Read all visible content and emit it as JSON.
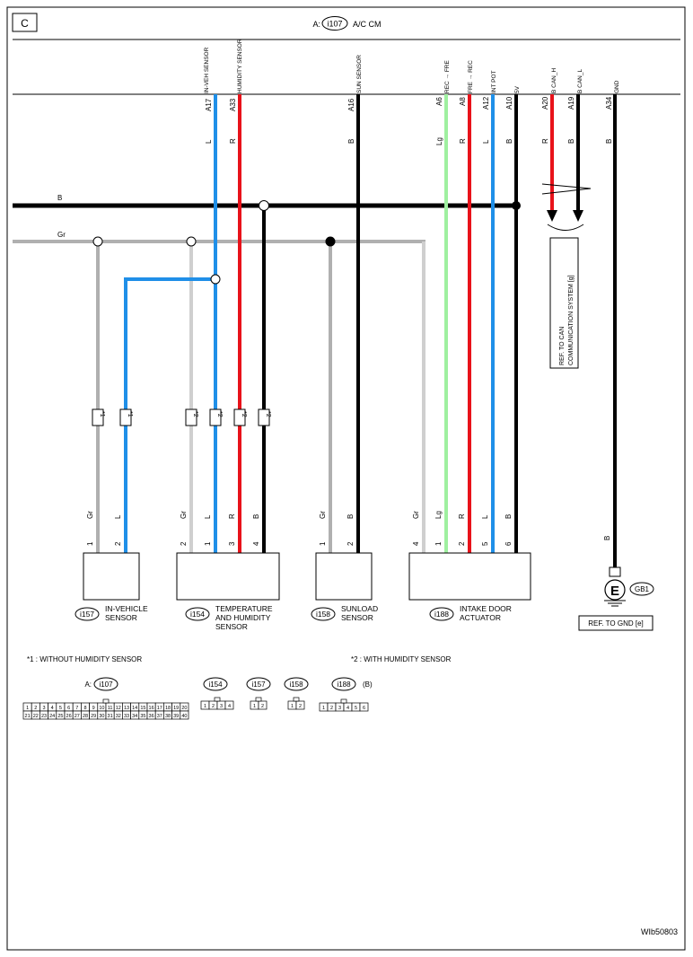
{
  "page_label": "C",
  "header": {
    "prefix": "A:",
    "connector": "i107",
    "module": "A/C CM"
  },
  "bus": {
    "black": "B",
    "gray": "Gr"
  },
  "colors": {
    "black": "#000000",
    "gray_wire": "#b0b0b0",
    "light_gray_wire": "#cfcfcf",
    "blue": "#1f8fe8",
    "red": "#e8121a",
    "light_green": "#9ff0a0"
  },
  "terminals": [
    {
      "id": "in-veh",
      "name": "IN-VEH SENSOR",
      "pin": "A17",
      "wire": "L"
    },
    {
      "id": "humidity",
      "name": "HUMIDITY SENSOR",
      "pin": "A33",
      "wire": "R"
    },
    {
      "id": "sun",
      "name": "SUN SENSOR",
      "pin": "A16",
      "wire": "B"
    },
    {
      "id": "rec-fre",
      "name": "REC → FRE",
      "pin": "A6",
      "wire": "Lg"
    },
    {
      "id": "fre-rec",
      "name": "FRE → REC",
      "pin": "A8",
      "wire": "R"
    },
    {
      "id": "int-pot",
      "name": "INT POT",
      "pin": "A12",
      "wire": "L"
    },
    {
      "id": "5v",
      "name": "5V",
      "pin": "A10",
      "wire": "B"
    },
    {
      "id": "can-h",
      "name": "B CAN_H",
      "pin": "A20",
      "wire": "R"
    },
    {
      "id": "can-l",
      "name": "B CAN_L",
      "pin": "A19",
      "wire": "B"
    },
    {
      "id": "gnd",
      "name": "GND",
      "pin": "A34",
      "wire": "B"
    }
  ],
  "notes": {
    "star1_tag": "*1",
    "star2_tag": "*2",
    "star1": "*1  : WITHOUT HUMIDITY SENSOR",
    "star2": "*2  : WITH HUMIDITY SENSOR"
  },
  "can_ref": "REF. TO CAN COMMUNICATION SYSTEM [g]",
  "gnd_ref": "REF. TO GND [e]",
  "ground": {
    "symbol": "E",
    "label": "GB1"
  },
  "components": [
    {
      "id": "i157",
      "name": "IN-VEHICLE SENSOR",
      "pins": [
        {
          "n": "1",
          "wire": "Gr"
        },
        {
          "n": "2",
          "wire": "L"
        }
      ]
    },
    {
      "id": "i154",
      "name": "TEMPERATURE AND HUMIDITY SENSOR",
      "pins": [
        {
          "n": "2",
          "wire": "Gr"
        },
        {
          "n": "1",
          "wire": "L"
        },
        {
          "n": "3",
          "wire": "R"
        },
        {
          "n": "4",
          "wire": "B"
        }
      ]
    },
    {
      "id": "i158",
      "name": "SUNLOAD SENSOR",
      "pins": [
        {
          "n": "1",
          "wire": "Gr"
        },
        {
          "n": "2",
          "wire": "B"
        }
      ]
    },
    {
      "id": "i188",
      "name": "INTAKE DOOR ACTUATOR",
      "pins": [
        {
          "n": "4",
          "wire": "Gr"
        },
        {
          "n": "1",
          "wire": "Lg"
        },
        {
          "n": "2",
          "wire": "R"
        },
        {
          "n": "5",
          "wire": "L"
        },
        {
          "n": "6",
          "wire": "B"
        }
      ]
    }
  ],
  "gnd_wire": "B",
  "connector_views": {
    "i107": {
      "prefix": "A:",
      "id": "i107",
      "row1": [
        "1",
        "2",
        "3",
        "4",
        "5",
        "6",
        "7",
        "8",
        "9",
        "10",
        "11",
        "12",
        "13",
        "14",
        "15",
        "16",
        "17",
        "18",
        "19",
        "20"
      ],
      "row2": [
        "21",
        "22",
        "23",
        "24",
        "25",
        "26",
        "27",
        "28",
        "29",
        "30",
        "31",
        "32",
        "33",
        "34",
        "35",
        "36",
        "37",
        "38",
        "39",
        "40"
      ]
    },
    "i154": {
      "id": "i154",
      "pins": [
        "1",
        "2",
        "3",
        "4"
      ]
    },
    "i157": {
      "id": "i157",
      "pins": [
        "1",
        "2"
      ]
    },
    "i158": {
      "id": "i158",
      "pins": [
        "1",
        "2"
      ]
    },
    "i188": {
      "id": "i188",
      "suffix": "(B)",
      "pins": [
        "1",
        "2",
        "3",
        "4",
        "5",
        "6"
      ]
    }
  },
  "diagram_code": "WIb50803"
}
